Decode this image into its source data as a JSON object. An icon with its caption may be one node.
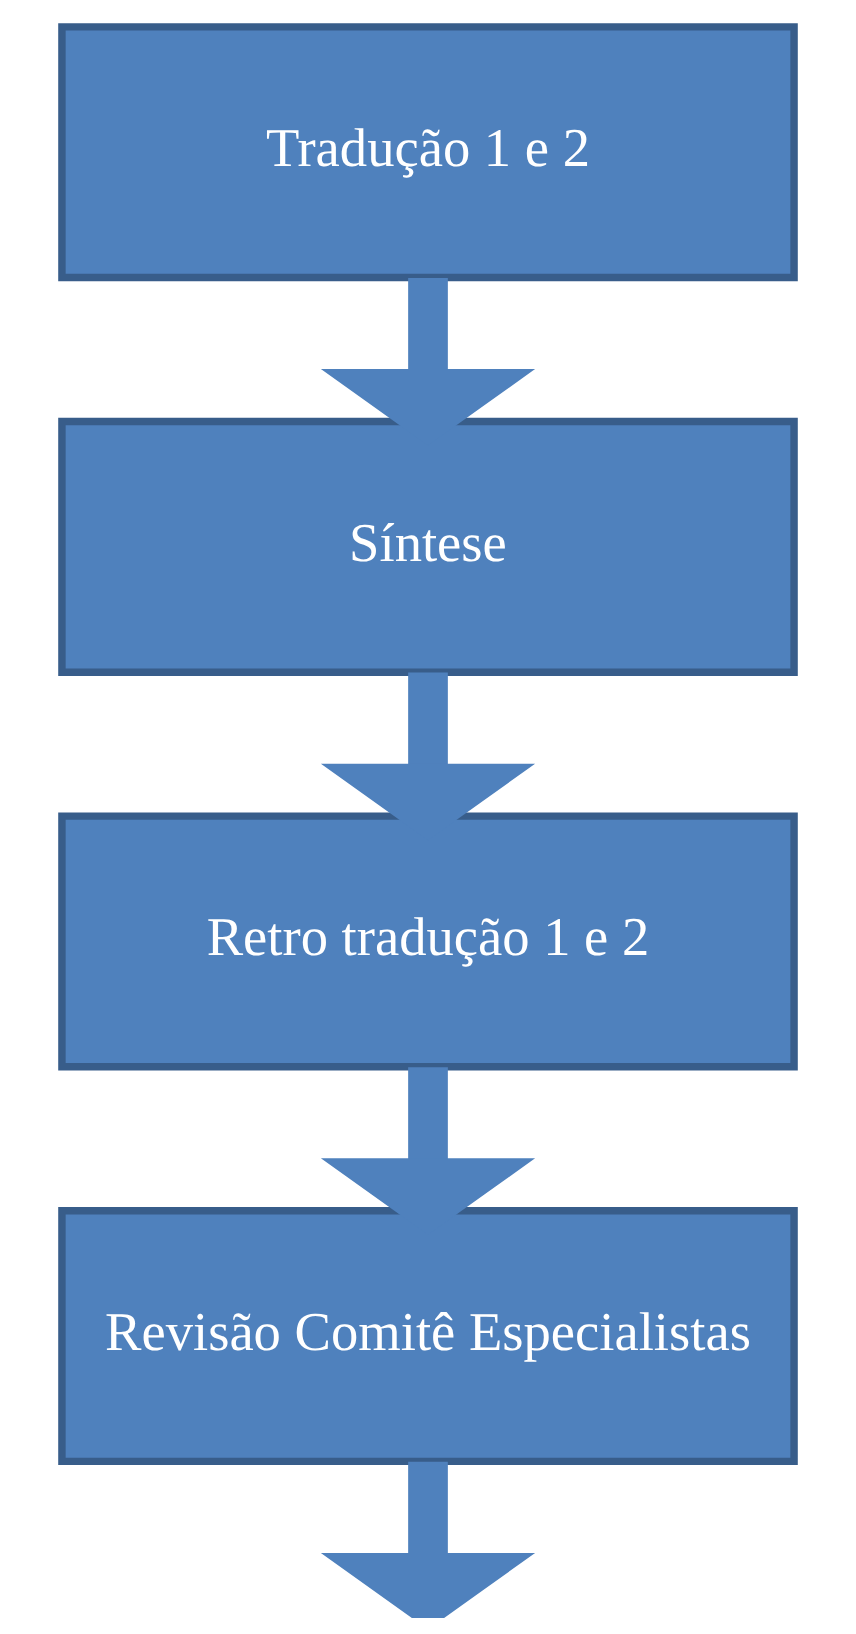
{
  "diagram": {
    "nodes": [
      {
        "text": [
          "Tradução 1 e 2"
        ]
      },
      {
        "text": [
          "Síntese"
        ]
      },
      {
        "text": [
          "Retro tradução 1 e 2"
        ]
      },
      {
        "text": [
          "Revisão Comitê Especialistas"
        ]
      }
    ],
    "edges": [
      {
        "from": 0,
        "to": 1,
        "arrow": "to"
      },
      {
        "from": 1,
        "to": 2,
        "arrow": "to"
      },
      {
        "from": 2,
        "to": 3,
        "arrow": "to"
      },
      {
        "from": 3,
        "to": null,
        "arrow": "to"
      }
    ]
  }
}
